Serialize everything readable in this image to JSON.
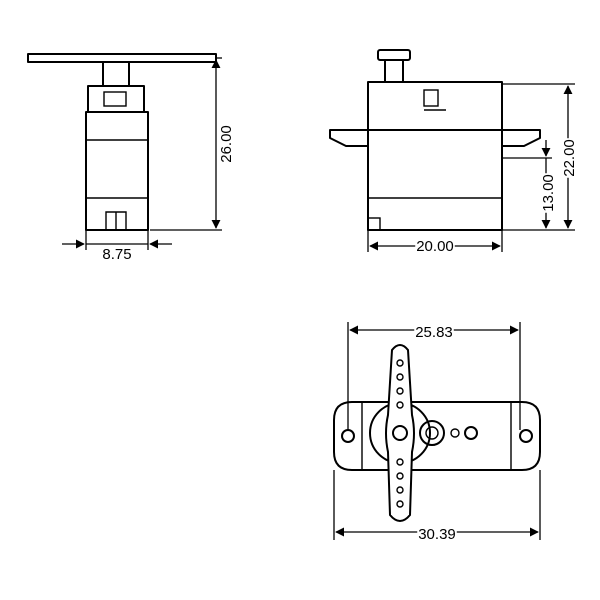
{
  "dimensions": {
    "side_width": "8.75",
    "side_height": "26.00",
    "front_width": "20.00",
    "front_height_total": "22.00",
    "front_height_body": "13.00",
    "top_horn_span": "25.83",
    "top_overall_length": "30.39"
  }
}
